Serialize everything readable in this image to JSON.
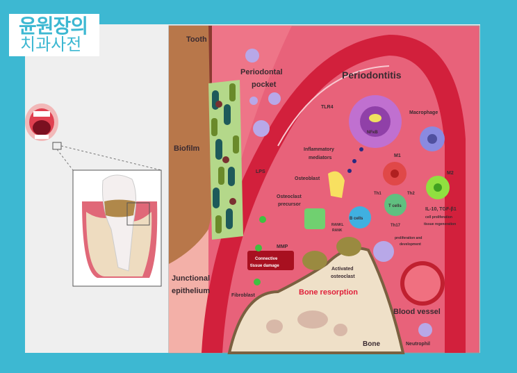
{
  "logo": {
    "line1": "윤원장의",
    "line2": "치과사전"
  },
  "labels": {
    "tooth": "Tooth",
    "periodontal_pocket_1": "Periodontal",
    "periodontal_pocket_2": "pocket",
    "biofilm": "Biofilm",
    "lps": "LPS",
    "periodontitis": "Periodontitis",
    "tlr4": "TLR4",
    "nfkb": "NFκB",
    "macrophage": "Macrophage",
    "inflammatory_1": "Inflammatory",
    "inflammatory_2": "mediators",
    "m1": "M1",
    "m2": "M2",
    "osteoblast": "Osteoblast",
    "osteoclast_precursor_1": "Osteoclast",
    "osteoclast_precursor_2": "precursor",
    "th1": "Th1",
    "th2": "Th2",
    "th17": "Th17",
    "t_cells": "T cells",
    "b_cells": "B cells",
    "rankl_1": "RANKL",
    "rankl_2": "RANK",
    "il10": "IL-10, TGF-β1",
    "cell_prolif": "cell proliferation",
    "tissue_regen": "tissue regeneration",
    "prolif_dev_1": "proliferation and",
    "prolif_dev_2": "development",
    "mmp": "MMP",
    "connective_1": "Connective",
    "connective_2": "tissue damage",
    "junctional_1": "Junctional",
    "junctional_2": "epithelium",
    "fibroblast": "Fibroblast",
    "activated_1": "Activated",
    "activated_2": "osteoclast",
    "bone_resorption": "Bone resorption",
    "blood_vessel": "Blood vessel",
    "bone": "Bone",
    "neutrophil": "Neutrophil"
  },
  "colors": {
    "background": "#3db8d2",
    "tissue": "#e8627a",
    "vessel": "#d2203c",
    "tooth": "#b8774a",
    "bone": "#efe0c8",
    "accent_red": "#e0203a"
  }
}
